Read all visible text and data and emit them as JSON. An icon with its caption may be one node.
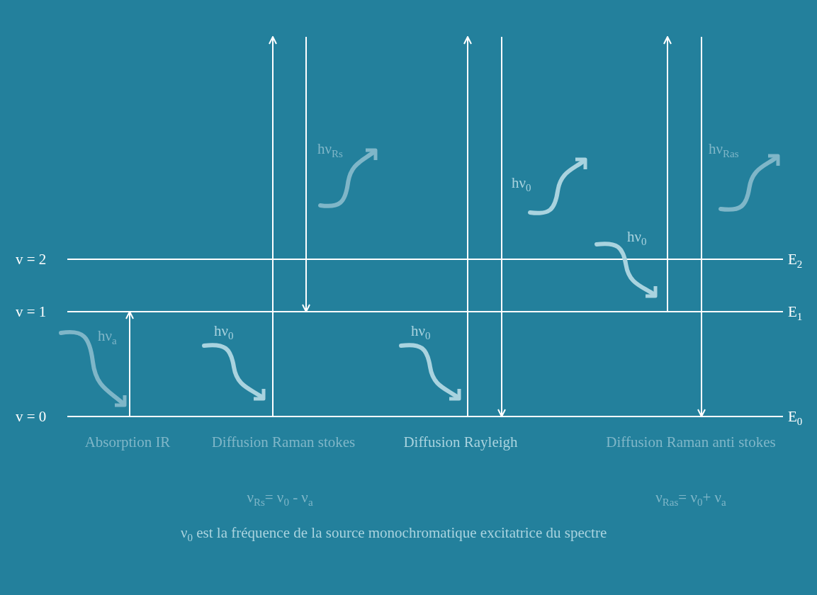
{
  "diagram": {
    "labels": [
      "hν$_{Rs}$",
      "hν$_{Ras}$",
      "hν$_{0}$",
      "v = 2",
      "hν$_{0}$",
      "E$_{2}$",
      "v = 1",
      "E$_{1}$",
      "hν$_{a}$",
      "hν$_{0}$",
      "hν$_{0}$",
      "v = 0",
      "E$_{0}$",
      "Absorption IR",
      "Diffusion Raman stokes",
      "Diffusion Rayleigh",
      "Diffusion Raman anti stokes",
      "ν$_{Rs}$= ν$_{0}$ -  ν$_{a}$",
      "ν$_{Ras}$= ν$_{0}$+  ν$_{a}$",
      "ν$_{0}$ est la fréquence de la source monochromatique excitatrice du spectre"
    ]
  }
}
